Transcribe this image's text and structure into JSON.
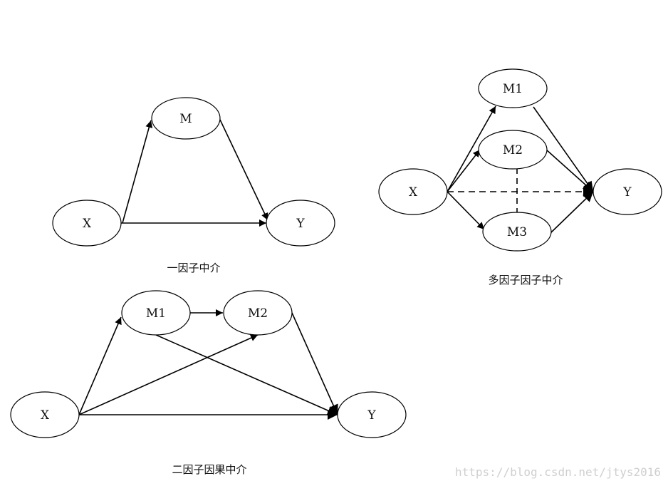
{
  "diagrams": {
    "single": {
      "caption": "一因子中介",
      "nodes": {
        "x": "X",
        "m": "M",
        "y": "Y"
      }
    },
    "multi": {
      "caption": "多因子因子中介",
      "nodes": {
        "x": "X",
        "m1": "M1",
        "m2": "M2",
        "m3": "M3",
        "y": "Y"
      }
    },
    "chain": {
      "caption": "二因子因果中介",
      "nodes": {
        "x": "X",
        "m1": "M1",
        "m2": "M2",
        "y": "Y"
      }
    }
  },
  "watermark": "https://blog.csdn.net/jtys2016"
}
